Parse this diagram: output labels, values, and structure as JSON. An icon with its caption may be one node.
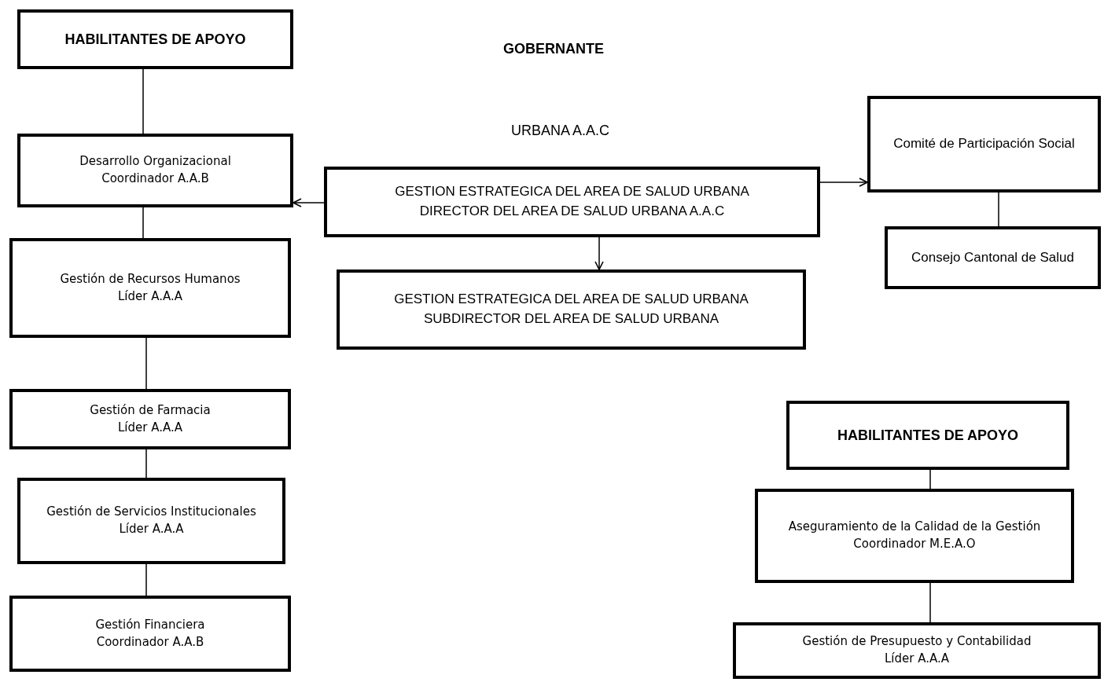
{
  "diagram": {
    "nodes": [
      {
        "text": [
          "HABILITANTES DE APOYO"
        ]
      },
      {
        "text": [
          "Desarrollo Organizacional",
          "Coordinador A.A.B"
        ]
      },
      {
        "text": [
          "Gestión de Recursos Humanos",
          "Líder A.A.A"
        ]
      },
      {
        "text": [
          "Gestión de Farmacia",
          "Líder A.A.A"
        ]
      },
      {
        "text": [
          "Gestión de Servicios Institucionales",
          "Líder A.A.A"
        ]
      },
      {
        "text": [
          "Gestión Financiera",
          "Coordinador A.A.B"
        ]
      },
      {
        "text": [
          "GESTION ESTRATEGICA DEL AREA DE SALUD URBANA",
          "DIRECTOR DEL AREA DE SALUD URBANA A.A.C"
        ]
      },
      {
        "text": [
          "GESTION ESTRATEGICA DEL AREA DE SALUD URBANA",
          "SUBDIRECTOR DEL AREA DE SALUD URBANA"
        ]
      },
      {
        "text": [
          "Comité de Participación Social"
        ]
      },
      {
        "text": [
          "Consejo Cantonal de Salud"
        ]
      },
      {
        "text": [
          "HABILITANTES DE APOYO"
        ]
      },
      {
        "text": [
          "Aseguramiento de la Calidad de la Gestión",
          "Coordinador M.E.A.O"
        ]
      },
      {
        "text": [
          "Gestión de Presupuesto y Contabilidad",
          "Líder A.A.A"
        ]
      }
    ],
    "edges": [
      {
        "from": 0,
        "to": 1,
        "arrow": "none"
      },
      {
        "from": 1,
        "to": 2,
        "arrow": "none"
      },
      {
        "from": 2,
        "to": 3,
        "arrow": "none"
      },
      {
        "from": 3,
        "to": 4,
        "arrow": "none"
      },
      {
        "from": 4,
        "to": 5,
        "arrow": "none"
      },
      {
        "from": 6,
        "to": 1,
        "arrow": "to"
      },
      {
        "from": 6,
        "to": 7,
        "arrow": "to"
      },
      {
        "from": 6,
        "to": 8,
        "arrow": "to"
      },
      {
        "from": 8,
        "to": 9,
        "arrow": "none"
      },
      {
        "from": 10,
        "to": 11,
        "arrow": "none"
      },
      {
        "from": 11,
        "to": 12,
        "arrow": "none"
      }
    ],
    "labels": [
      "GOBERNANTE",
      "URBANA A.A.C"
    ]
  }
}
